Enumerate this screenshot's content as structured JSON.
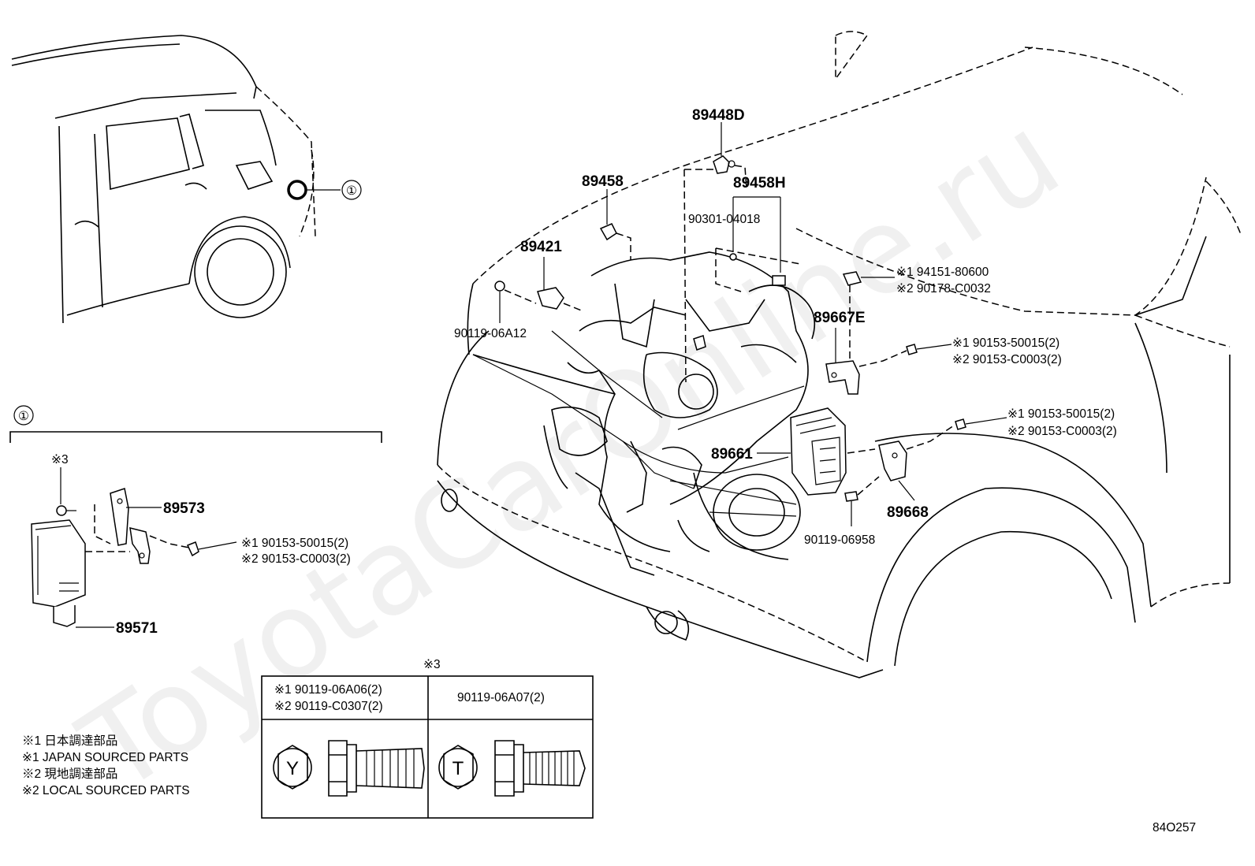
{
  "watermark": "ToyotaCarOnline.ru",
  "figure_id": "84O257",
  "callout_1": "①",
  "callouts": {
    "p89448D": "89448D",
    "p89458": "89458",
    "p89458H": "89458H",
    "p90301_04018": "90301-04018",
    "p89421": "89421",
    "p90119_06A12": "90119-06A12",
    "p94151_80600": "※1 94151-80600",
    "p90178_C0032": "※2 90178-C0032",
    "p89667E": "89667E",
    "p90153_50015_a": "※1 90153-50015(2)",
    "p90153_C0003_a": "※2 90153-C0003(2)",
    "p90153_50015_b": "※1 90153-50015(2)",
    "p90153_C0003_b": "※2 90153-C0003(2)",
    "p89661": "89661",
    "p89668": "89668",
    "p90119_06958": "90119-06958",
    "p89573": "89573",
    "p89571": "89571",
    "p90153_50015_c": "※1 90153-50015(2)",
    "p90153_C0003_c": "※2 90153-C0003(2)",
    "note3_small": "※3"
  },
  "bolt_table": {
    "title": "※3",
    "left_line1": "※1 90119-06A06(2)",
    "left_line2": "※2 90119-C0307(2)",
    "right_line": "90119-06A07(2)",
    "left_mark": "Y",
    "right_mark": "T"
  },
  "legend": [
    "※1 日本調達部品",
    "※1 JAPAN SOURCED PARTS",
    "※2 現地調達部品",
    "※2 LOCAL SOURCED PARTS"
  ]
}
